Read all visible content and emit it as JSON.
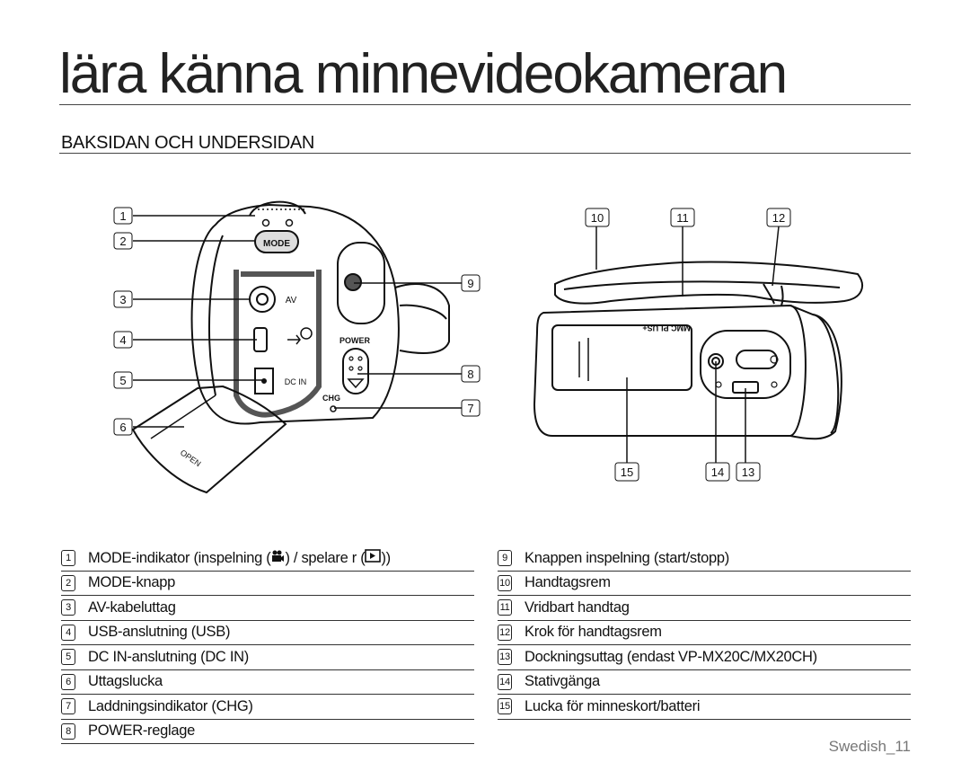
{
  "header": {
    "title": "lära känna minnevideokameran"
  },
  "section": {
    "title": "BAKSIDAN OCH UNDERSIDAN"
  },
  "figure_left": {
    "device_labels": {
      "mode": "MODE",
      "av": "AV",
      "dc_in": "DC IN",
      "power": "POWER",
      "chg": "CHG",
      "open": "OPEN"
    },
    "callouts": [
      "1",
      "2",
      "3",
      "4",
      "5",
      "6",
      "7",
      "8",
      "9"
    ]
  },
  "figure_right": {
    "device_labels": {
      "card": "MMC PLUS+"
    },
    "callouts": [
      "10",
      "11",
      "12",
      "13",
      "14",
      "15"
    ]
  },
  "legend_left": [
    {
      "num": "1",
      "text_a": "MODE-indikator (inspelning (",
      "icon_a": "movie-camera-icon",
      "text_b": ") / spelare r (",
      "icon_b": "play-icon",
      "text_c": "))"
    },
    {
      "num": "2",
      "text": "MODE-knapp"
    },
    {
      "num": "3",
      "text": "AV-kabeluttag"
    },
    {
      "num": "4",
      "text": "USB-anslutning (USB)"
    },
    {
      "num": "5",
      "text": "DC IN-anslutning (DC IN)"
    },
    {
      "num": "6",
      "text": "Uttagslucka"
    },
    {
      "num": "7",
      "text": "Laddningsindikator (CHG)"
    },
    {
      "num": "8",
      "text": "POWER-reglage"
    }
  ],
  "legend_right": [
    {
      "num": "9",
      "text": "Knappen inspelning (start/stopp)"
    },
    {
      "num": "10",
      "text": "Handtagsrem"
    },
    {
      "num": "11",
      "text": "Vridbart handtag"
    },
    {
      "num": "12",
      "text": "Krok för handtagsrem"
    },
    {
      "num": "13",
      "text": "Dockningsuttag  (endast VP-MX20C/MX20CH)"
    },
    {
      "num": "14",
      "text": "Stativgänga"
    },
    {
      "num": "15",
      "text": "Lucka för minneskort/batteri"
    }
  ],
  "footer": {
    "page": "Swedish_11"
  }
}
